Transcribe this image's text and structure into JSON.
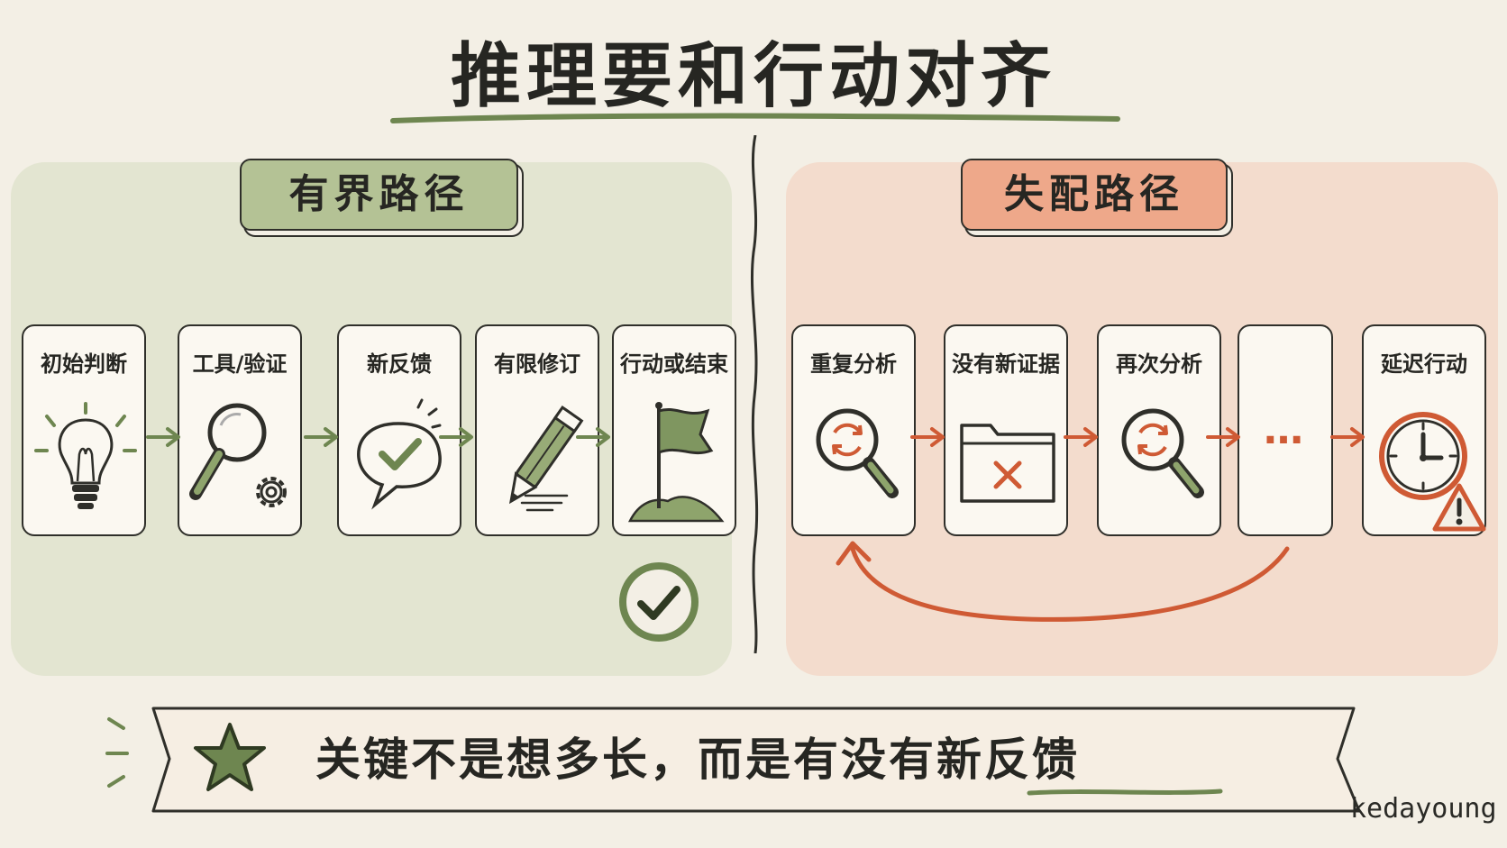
{
  "title": "推理要和行动对齐",
  "left": {
    "label": "有界路径",
    "steps": [
      {
        "label": "初始判断",
        "icon": "lightbulb-icon"
      },
      {
        "label": "工具/验证",
        "icon": "magnifier-gear-icon"
      },
      {
        "label": "新反馈",
        "icon": "speech-check-icon"
      },
      {
        "label": "有限修订",
        "icon": "pencil-icon"
      },
      {
        "label": "行动或结束",
        "icon": "flag-icon"
      }
    ],
    "result_icon": "check-circle-icon"
  },
  "right": {
    "label": "失配路径",
    "steps": [
      {
        "label": "重复分析",
        "icon": "magnifier-cycle-icon"
      },
      {
        "label": "没有新证据",
        "icon": "folder-x-icon"
      },
      {
        "label": "再次分析",
        "icon": "magnifier-cycle-icon"
      },
      {
        "label": "…",
        "icon": "ellipsis-icon"
      },
      {
        "label": "延迟行动",
        "icon": "clock-icon"
      }
    ],
    "warning_icon": "warning-triangle-icon",
    "loop_icon": "loop-back-arrow-icon"
  },
  "banner": {
    "text_main": "关键不是想多长，而是有没有",
    "text_emphasis": "新反馈",
    "icon": "star-icon"
  },
  "signature": "kedayoung",
  "colors": {
    "green": "#6e8650",
    "red": "#cf5a34",
    "ink": "#2a2a26"
  }
}
